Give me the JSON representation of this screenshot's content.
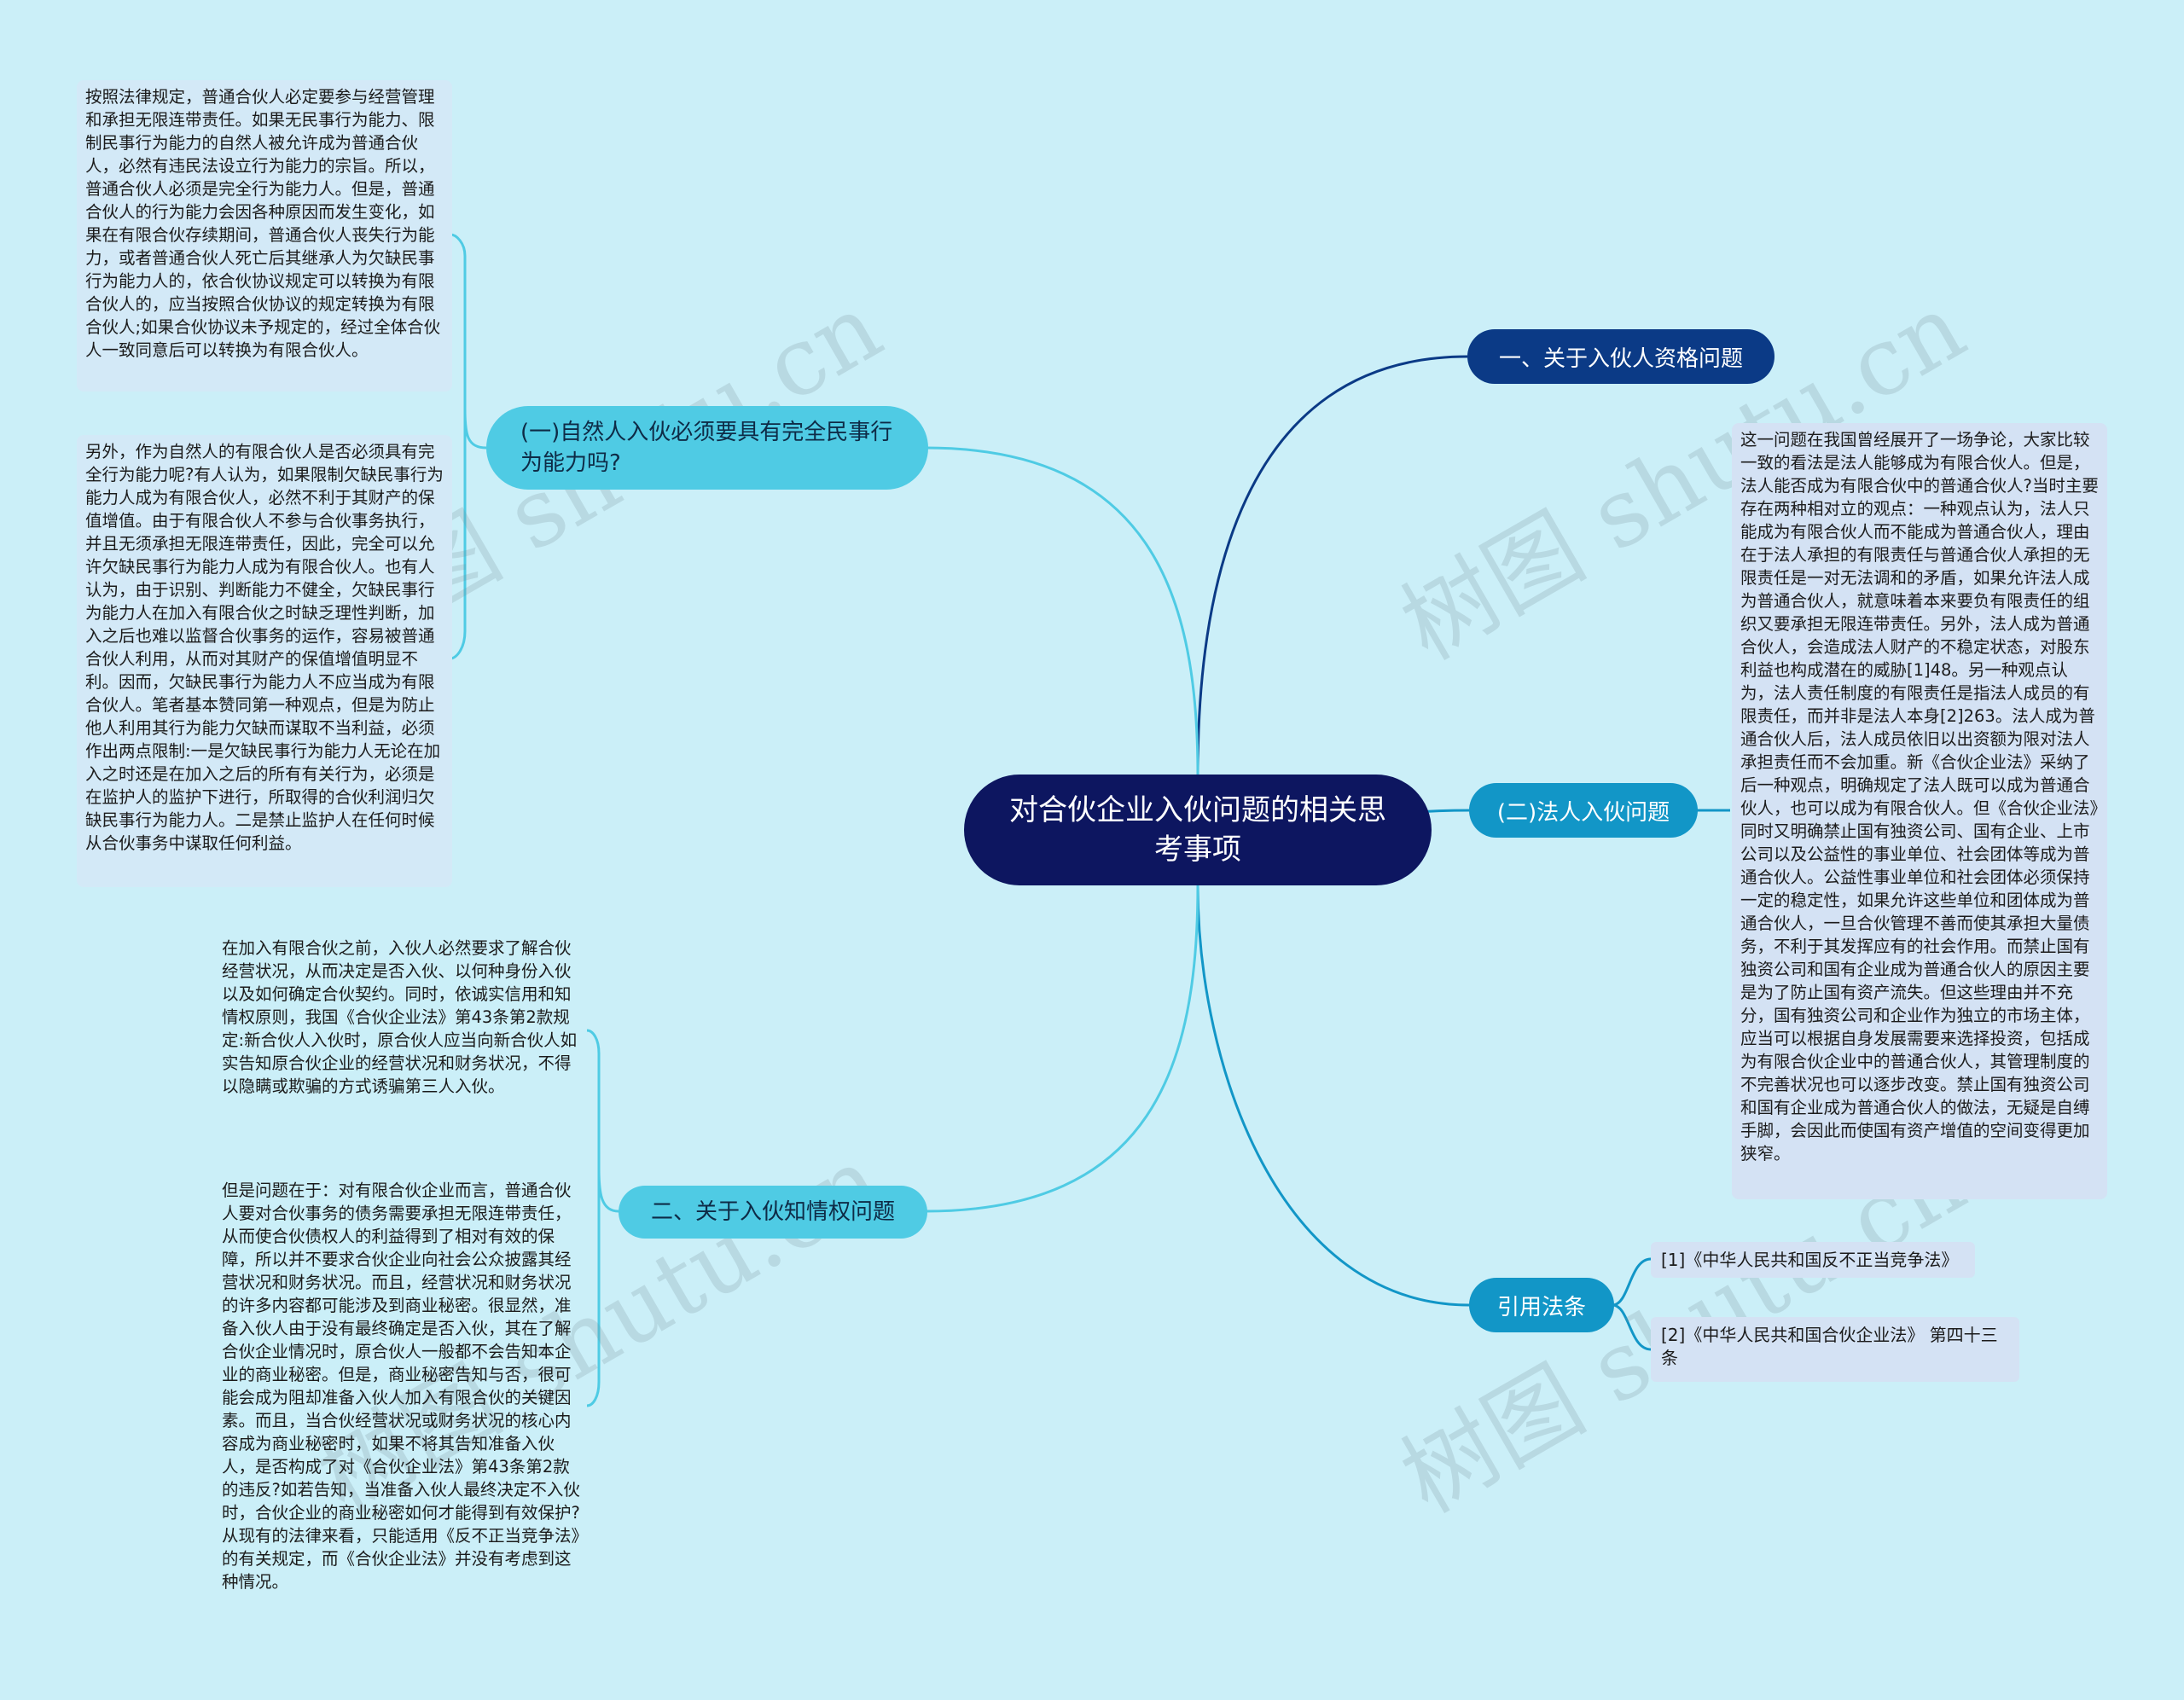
{
  "root": {
    "title": "对合伙企业入伙问题的相关思考事项"
  },
  "branches": {
    "qualification": "一、关于入伙人资格问题",
    "natural_person": "(一)自然人入伙必须要具有完全民事行为能力吗?",
    "legal_person": "(二)法人入伙问题",
    "right_to_know": "二、关于入伙知情权问题",
    "citations": "引用法条"
  },
  "notes": {
    "natural_person_1": "按照法律规定，普通合伙人必定要参与经营管理和承担无限连带责任。如果无民事行为能力、限制民事行为能力的自然人被允许成为普通合伙人，必然有违民法设立行为能力的宗旨。所以，普通合伙人必须是完全行为能力人。但是，普通合伙人的行为能力会因各种原因而发生变化，如果在有限合伙存续期间，普通合伙人丧失行为能力，或者普通合伙人死亡后其继承人为欠缺民事行为能力人的，依合伙协议规定可以转换为有限合伙人的，应当按照合伙协议的规定转换为有限合伙人;如果合伙协议未予规定的，经过全体合伙人一致同意后可以转换为有限合伙人。",
    "natural_person_2": "另外，作为自然人的有限合伙人是否必须具有完全行为能力呢?有人认为，如果限制欠缺民事行为能力人成为有限合伙人，必然不利于其财产的保值增值。由于有限合伙人不参与合伙事务执行，并且无须承担无限连带责任，因此，完全可以允许欠缺民事行为能力人成为有限合伙人。也有人认为，由于识别、判断能力不健全，欠缺民事行为能力人在加入有限合伙之时缺乏理性判断，加入之后也难以监督合伙事务的运作，容易被普通合伙人利用，从而对其财产的保值增值明显不利。因而，欠缺民事行为能力人不应当成为有限合伙人。笔者基本赞同第一种观点，但是为防止他人利用其行为能力欠缺而谋取不当利益，必须作出两点限制:一是欠缺民事行为能力人无论在加入之时还是在加入之后的所有有关行为，必须是在监护人的监护下进行，所取得的合伙利润归欠缺民事行为能力人。二是禁止监护人在任何时候从合伙事务中谋取任何利益。",
    "legal_person": "这一问题在我国曾经展开了一场争论，大家比较一致的看法是法人能够成为有限合伙人。但是，法人能否成为有限合伙中的普通合伙人?当时主要存在两种相对立的观点：一种观点认为，法人只能成为有限合伙人而不能成为普通合伙人，理由在于法人承担的有限责任与普通合伙人承担的无限责任是一对无法调和的矛盾，如果允许法人成为普通合伙人，就意味着本来要负有限责任的组织又要承担无限连带责任。另外，法人成为普通合伙人，会造成法人财产的不稳定状态，对股东利益也构成潜在的威胁[1]48。另一种观点认为，法人责任制度的有限责任是指法人成员的有限责任，而并非是法人本身[2]263。法人成为普通合伙人后，法人成员依旧以出资额为限对法人承担责任而不会加重。新《合伙企业法》采纳了后一种观点，明确规定了法人既可以成为普通合伙人，也可以成为有限合伙人。但《合伙企业法》同时又明确禁止国有独资公司、国有企业、上市公司以及公益性的事业单位、社会团体等成为普通合伙人。公益性事业单位和社会团体必须保持一定的稳定性，如果允许这些单位和团体成为普通合伙人，一旦合伙管理不善而使其承担大量债务，不利于其发挥应有的社会作用。而禁止国有独资公司和国有企业成为普通合伙人的原因主要是为了防止国有资产流失。但这些理由并不充分，国有独资公司和企业作为独立的市场主体，应当可以根据自身发展需要来选择投资，包括成为有限合伙企业中的普通合伙人，其管理制度的不完善状况也可以逐步改变。禁止国有独资公司和国有企业成为普通合伙人的做法，无疑是自缚手脚，会因此而使国有资产增值的空间变得更加狭窄。",
    "right_to_know_1": "在加入有限合伙之前，入伙人必然要求了解合伙经营状况，从而决定是否入伙、以何种身份入伙以及如何确定合伙契约。同时，依诚实信用和知情权原则，我国《合伙企业法》第43条第2款规定:新合伙人入伙时，原合伙人应当向新合伙人如实告知原合伙企业的经营状况和财务状况，不得以隐瞒或欺骗的方式诱骗第三人入伙。",
    "right_to_know_2": "但是问题在于：对有限合伙企业而言，普通合伙人要对合伙事务的债务需要承担无限连带责任，从而使合伙债权人的利益得到了相对有效的保障，所以并不要求合伙企业向社会公众披露其经营状况和财务状况。而且，经营状况和财务状况的许多内容都可能涉及到商业秘密。很显然，准备入伙人由于没有最终确定是否入伙，其在了解合伙企业情况时，原合伙人一般都不会告知本企业的商业秘密。但是，商业秘密告知与否，很可能会成为阻却准备入伙人加入有限合伙的关键因素。而且，当合伙经营状况或财务状况的核心内容成为商业秘密时，如果不将其告知准备入伙人，是否构成了对《合伙企业法》第43条第2款的违反?如若告知，当准备入伙人最终决定不入伙时，合伙企业的商业秘密如何才能得到有效保护?从现有的法律来看，只能适用《反不正当竞争法》的有关规定，而《合伙企业法》并没有考虑到这种情况。"
  },
  "references": [
    "[1]《中华人民共和国反不正当竞争法》",
    "[2]《中华人民共和国合伙企业法》 第四十三条"
  ],
  "watermark": "树图 shutu.cn",
  "colors": {
    "background": "#cbeff8",
    "root": "#0d1660",
    "branch_dark": "#0b3a86",
    "branch_mid": "#1296c7",
    "branch_light": "#4fcbe4"
  }
}
